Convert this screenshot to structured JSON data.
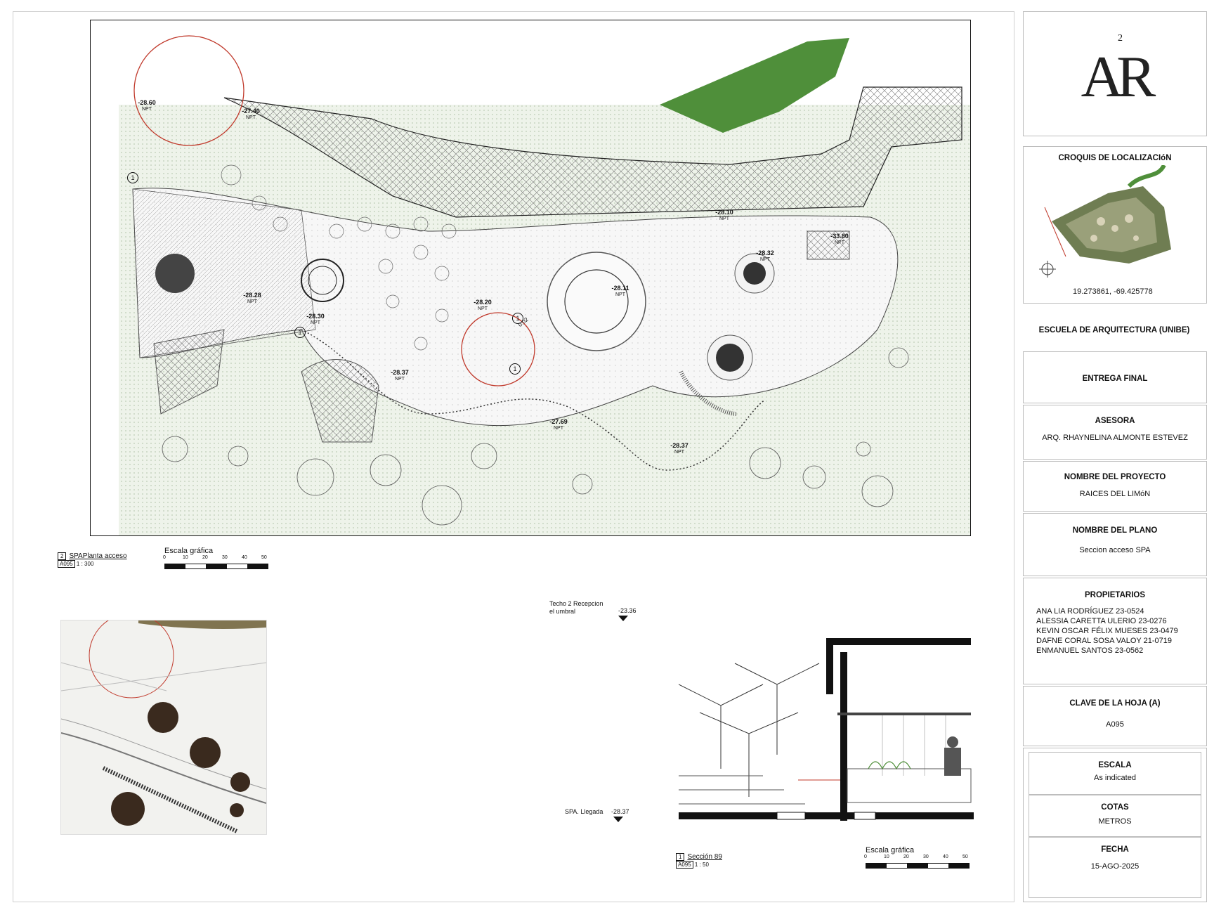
{
  "logo": {
    "text": "AR",
    "superscript": "2"
  },
  "title_block": {
    "croquis_title": "CROQUIS DE LOCALIZACIóN",
    "coordinates": "19.273861, -69.425778",
    "school": "ESCUELA DE ARQUITECTURA (UNIBE)",
    "delivery": "ENTREGA FINAL",
    "advisor_label": "ASESORA",
    "advisor_name": "ARQ. RHAYNELINA ALMONTE ESTEVEZ",
    "project_label": "NOMBRE DEL PROYECTO",
    "project_name": "RAICES DEL LIMóN",
    "plan_label": "NOMBRE DEL PLANO",
    "plan_name": "Seccion acceso SPA",
    "owners_label": "PROPIETARIOS",
    "owners": [
      "ANA LíA RODRÍGUEZ 23-0524",
      "ALESSIA CARETTA ULERIO 23-0276",
      "KEVIN OSCAR FÉLIX MUESES 23-0479",
      "DAFNE CORAL SOSA VALOY 21-0719",
      "ENMANUEL SANTOS 23-0562"
    ],
    "sheet_key_label": "CLAVE DE LA HOJA (A)",
    "sheet_key": "A095",
    "scale_label": "ESCALA",
    "scale_value": "As indicated",
    "units_label": "COTAS",
    "units_value": "METROS",
    "date_label": "FECHA",
    "date_value": "15-AGO-2025"
  },
  "plan": {
    "view_number": "2",
    "view_title": "SPAPlanta acceso",
    "view_sheet": "A095",
    "view_scale": "1 : 300",
    "scale_title": "Escala gráfica",
    "scale_ticks": [
      "0",
      "10",
      "20",
      "30",
      "40",
      "50"
    ],
    "npt": "NPT",
    "callout": "1",
    "slope": "0.02",
    "elevations": [
      {
        "value": "-28.60"
      },
      {
        "value": "-27.40"
      },
      {
        "value": "-28.28"
      },
      {
        "value": "-28.30"
      },
      {
        "value": "-28.37"
      },
      {
        "value": "-28.20"
      },
      {
        "value": "-28.11"
      },
      {
        "value": "-28.10"
      },
      {
        "value": "-28.32"
      },
      {
        "value": "-33.80"
      },
      {
        "value": "-27.69"
      },
      {
        "value": "-28.37"
      }
    ]
  },
  "section": {
    "view_number": "1",
    "view_title": "Sección 89",
    "view_sheet": "A095",
    "view_scale": "1 : 50",
    "scale_title": "Escala gráfica",
    "scale_ticks": [
      "0",
      "10",
      "20",
      "30",
      "40",
      "50"
    ],
    "level_roof_label": "Techo 2 Recepcion el umbral",
    "level_roof_value": "-23.36",
    "level_spa_label": "SPA. Llegada",
    "level_spa_value": "-28.37"
  },
  "colors": {
    "vegetation": "#e8efe4",
    "forest": "#4f8f3a",
    "callout_red": "#c0392b",
    "render_tree": "#3a2a1e",
    "render_roof": "#807450"
  }
}
